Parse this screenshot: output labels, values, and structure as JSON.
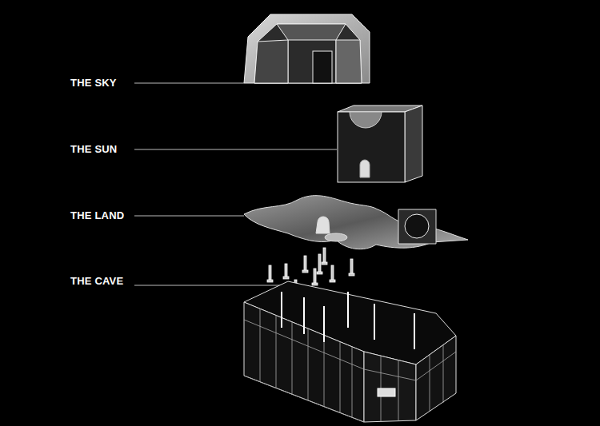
{
  "diagram": {
    "labels": [
      "THE SKY",
      "THE SUN",
      "THE LAND",
      "THE CAVE"
    ]
  }
}
